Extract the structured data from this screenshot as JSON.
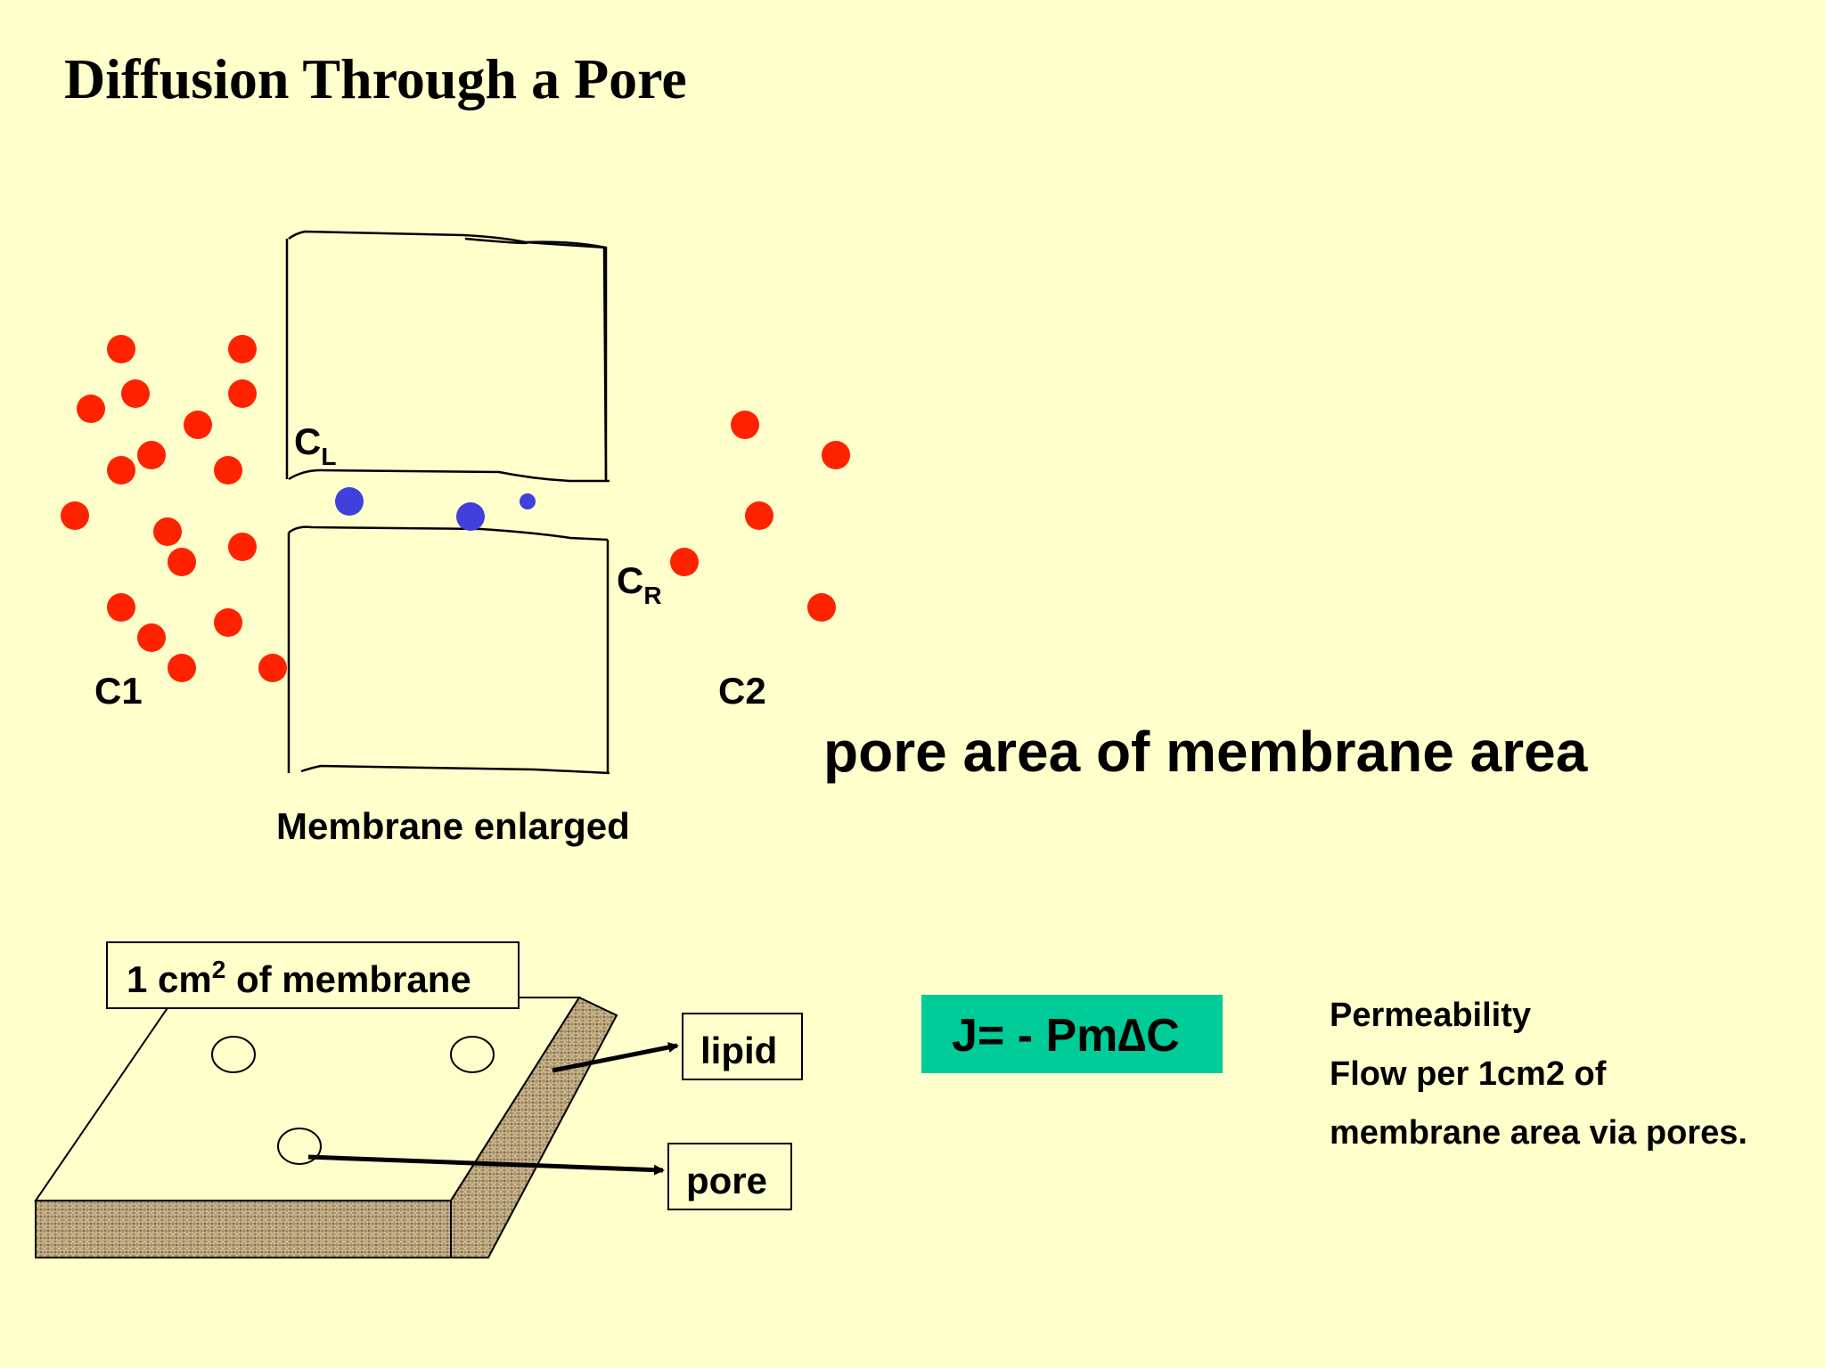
{
  "title": "Diffusion Through a Pore",
  "labels": {
    "c_left_main": "C",
    "c_left_sub": "L",
    "c_right_main": "C",
    "c_right_sub": "R",
    "c1": "C1",
    "c2": "C2",
    "membrane_enlarged": "Membrane enlarged",
    "pore_area": "pore area of membrane area",
    "area_box_pre": "1 cm",
    "area_box_sup": "2",
    "area_box_post": " of membrane",
    "lipid": "lipid",
    "pore": "pore"
  },
  "equation": "J= - Pm∆C",
  "description": {
    "line1": "Permeability",
    "line2": "Flow per 1cm2 of",
    "line3": "membrane area via pores."
  },
  "colors": {
    "background": "#FFFFCC",
    "solute": "#FF2200",
    "pore_particle": "#4040DD",
    "equation_box": "#00CC99",
    "texture": "#C9B48A"
  }
}
